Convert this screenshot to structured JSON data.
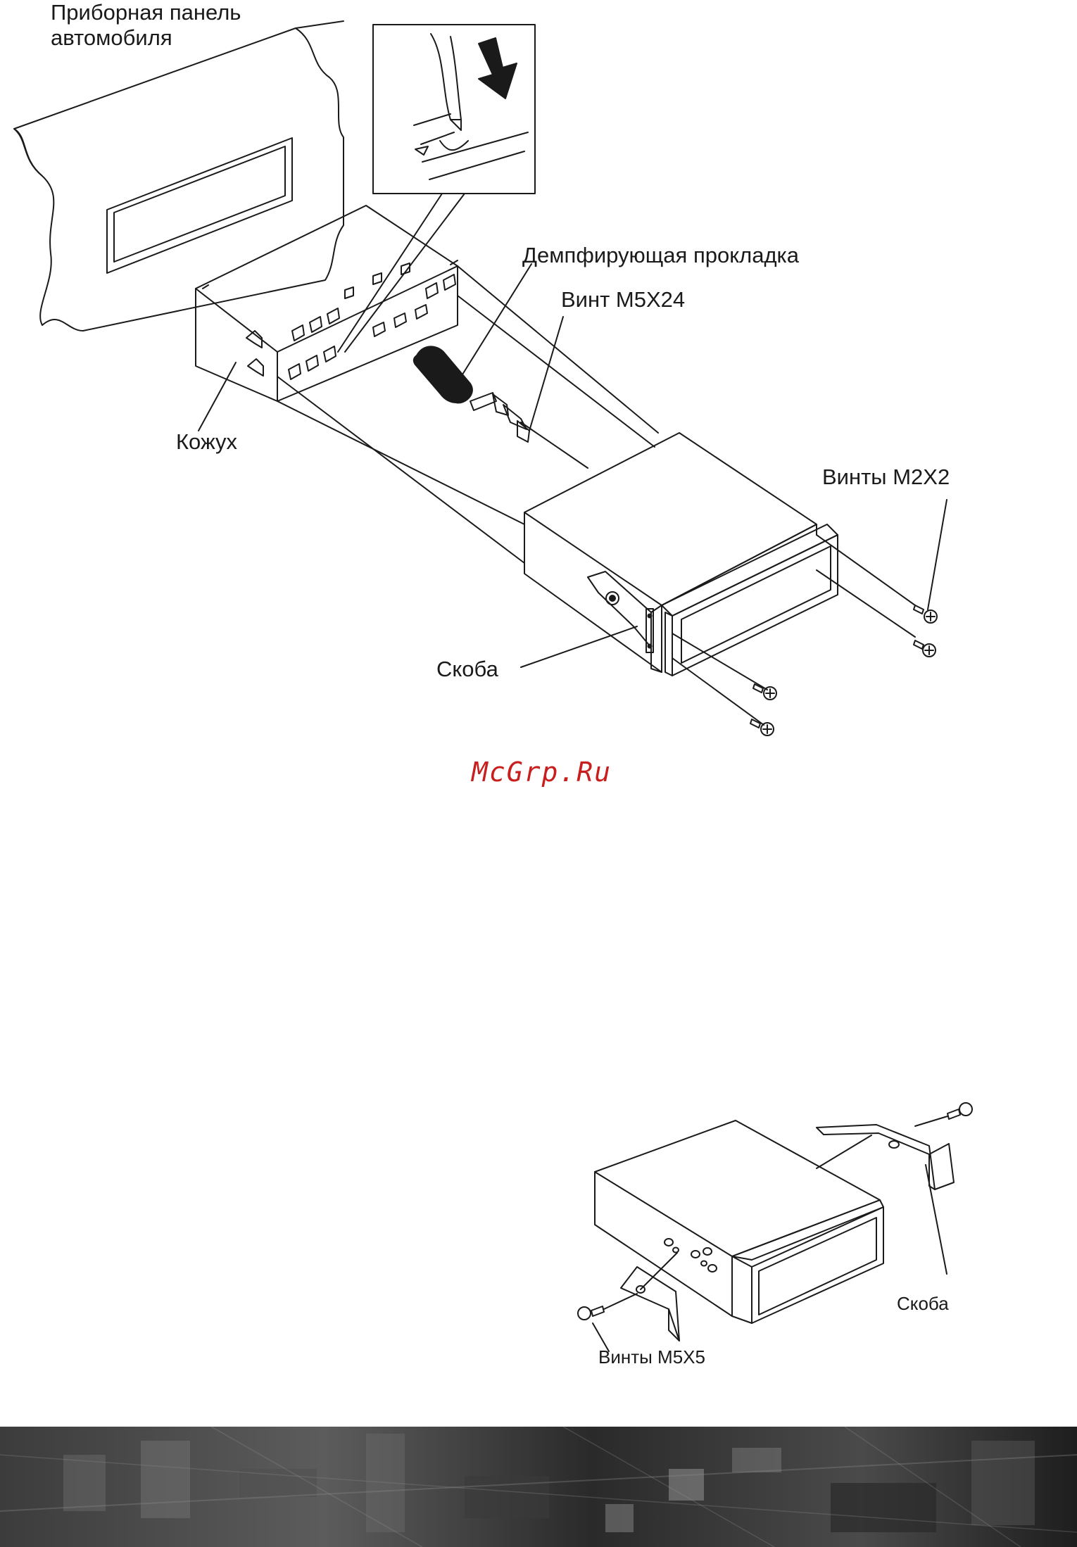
{
  "figure1": {
    "labels": {
      "dashboard": "Приборная панель\nавтомобиля",
      "damping_pad": "Демпфирующая прокладка",
      "screw_m5x24": "Винт M5X24",
      "sleeve": "Кожух",
      "screws_m2x2": "Винты M2X2",
      "bracket": "Скоба"
    }
  },
  "figure2": {
    "labels": {
      "bracket": "Скоба",
      "screws_m5x5": "Винты M5X5"
    }
  },
  "watermark": "McGrp.Ru",
  "colors": {
    "line": "#1a1a1a",
    "watermark": "#c81e1e",
    "footer_dark": "#2a2a2a",
    "footer_light": "#5c5c5c"
  }
}
